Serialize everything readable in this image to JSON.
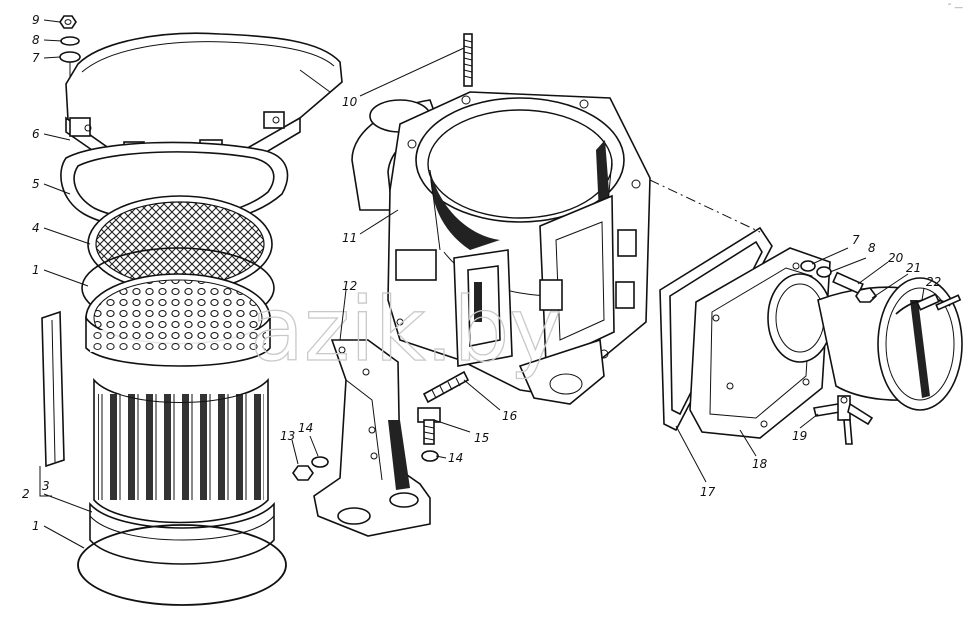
{
  "watermark": "azik.by",
  "corner_mark": "″ —",
  "callouts": [
    "9",
    "8",
    "7",
    "6",
    "5",
    "4",
    "1",
    "2",
    "3",
    "1",
    "10",
    "11",
    "12",
    "13",
    "14",
    "14",
    "15",
    "16",
    "17",
    "18",
    "19",
    "7",
    "8",
    "20",
    "21",
    "22"
  ]
}
